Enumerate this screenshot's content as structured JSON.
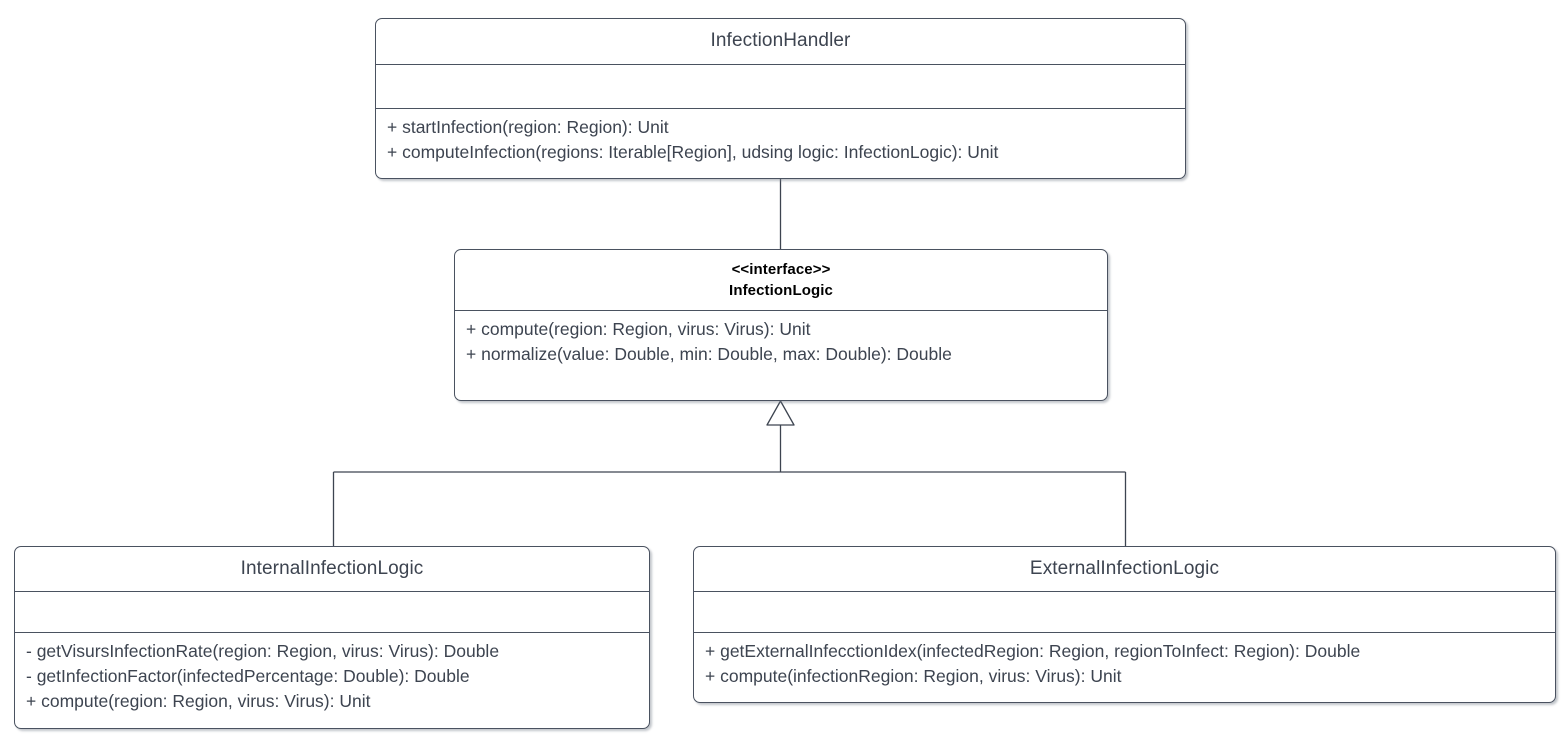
{
  "diagram": {
    "type": "uml-class-diagram",
    "background_color": "#ffffff",
    "line_color": "#4a5260",
    "text_color": "#3d4450",
    "classes": [
      {
        "id": "infection-handler",
        "name": "InfectionHandler",
        "stereotype": "",
        "attributes": [],
        "methods": [
          "+ startInfection(region: Region): Unit",
          "+ computeInfection(regions: Iterable[Region], udsing logic: InfectionLogic): Unit"
        ]
      },
      {
        "id": "infection-logic",
        "name": "InfectionLogic",
        "stereotype": "<<interface>>",
        "attributes": [],
        "methods": [
          "+ compute(region: Region, virus: Virus): Unit",
          "+ normalize(value: Double, min: Double, max: Double): Double"
        ]
      },
      {
        "id": "internal-infection-logic",
        "name": "InternalInfectionLogic",
        "stereotype": "",
        "attributes": [],
        "methods": [
          "- getVisursInfectionRate(region: Region, virus: Virus): Double",
          "- getInfectionFactor(infectedPercentage: Double): Double",
          "+ compute(region: Region, virus: Virus): Unit"
        ]
      },
      {
        "id": "external-infection-logic",
        "name": "ExternalInfectionLogic",
        "stereotype": "",
        "attributes": [],
        "methods": [
          "+ getExternalInfecctionIdex(infectedRegion: Region, regionToInfect: Region): Double",
          "+ compute(infectionRegion: Region, virus: Virus): Unit"
        ]
      }
    ],
    "relationships": [
      {
        "id": "assoc-handler-logic",
        "kind": "association",
        "from": "infection-handler",
        "to": "infection-logic",
        "label": ""
      },
      {
        "id": "gen-internal-logic",
        "kind": "generalization",
        "from": "internal-infection-logic",
        "to": "infection-logic",
        "label": ""
      },
      {
        "id": "gen-external-logic",
        "kind": "generalization",
        "from": "external-infection-logic",
        "to": "infection-logic",
        "label": ""
      }
    ]
  }
}
